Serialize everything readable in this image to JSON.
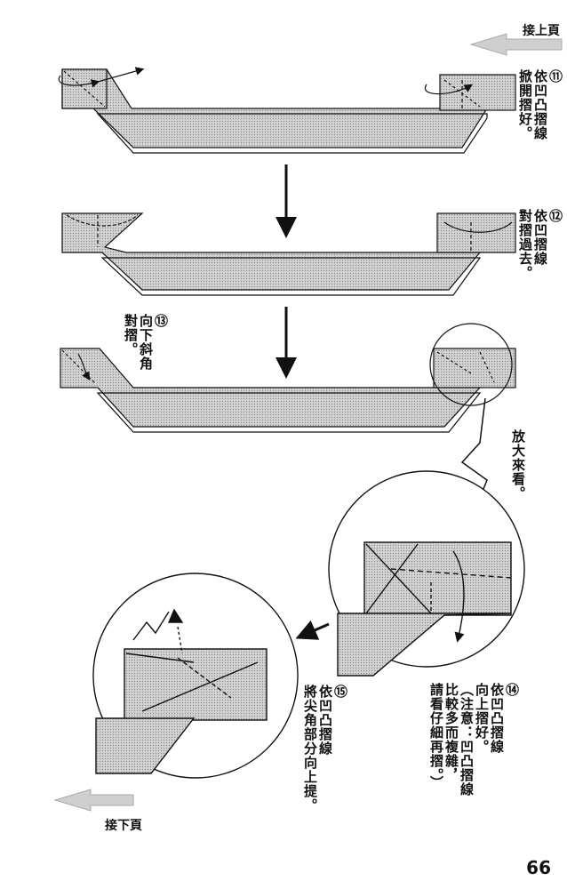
{
  "nav": {
    "next_top": "接上頁",
    "next_bottom": "接下頁"
  },
  "page_number": "66",
  "steps": [
    {
      "num": "⑪",
      "lines": [
        "依凹凸摺線",
        "掀開摺好。"
      ]
    },
    {
      "num": "⑫",
      "lines": [
        "依凹摺線",
        "對摺過去。"
      ]
    },
    {
      "num": "⑬",
      "lines": [
        "向下斜角",
        "對摺。"
      ]
    },
    {
      "num": "⑭",
      "lines": [
        "依凹凸摺線",
        "向上摺好。",
        "（注意：凹凸摺線",
        "比較多而複雜，",
        "請看仔細再摺。）"
      ]
    },
    {
      "num": "⑮",
      "lines": [
        "依凹凸摺線",
        "將尖角部分向上提。"
      ]
    }
  ],
  "zoom_note": "放大來看。",
  "colors": {
    "paper_fill": "#c8c8c8",
    "ink": "#111111",
    "arrow_gray": "#bdbdbd"
  }
}
